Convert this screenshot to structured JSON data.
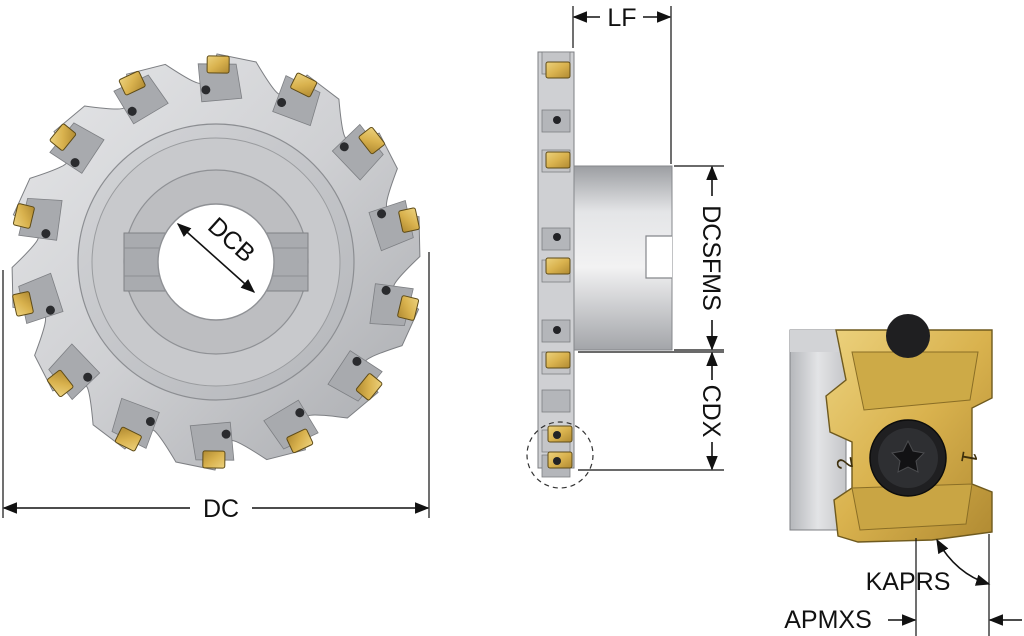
{
  "labels": {
    "dc": "DC",
    "dcb": "DCB",
    "lf": "LF",
    "dcsfms": "DCSFMS",
    "cdx": "CDX",
    "kaprs": "KAPRS",
    "apmxs": "APMXS",
    "insert_mark_1": "1",
    "insert_mark_2": "2"
  },
  "colors": {
    "body_light": "#d9dadc",
    "body_mid": "#b9babd",
    "body_dark": "#8a8c90",
    "insert_gold": "#d9b24e",
    "insert_shadow": "#a9842c",
    "line": "#111111"
  },
  "tool": {
    "insert_count": 14
  }
}
